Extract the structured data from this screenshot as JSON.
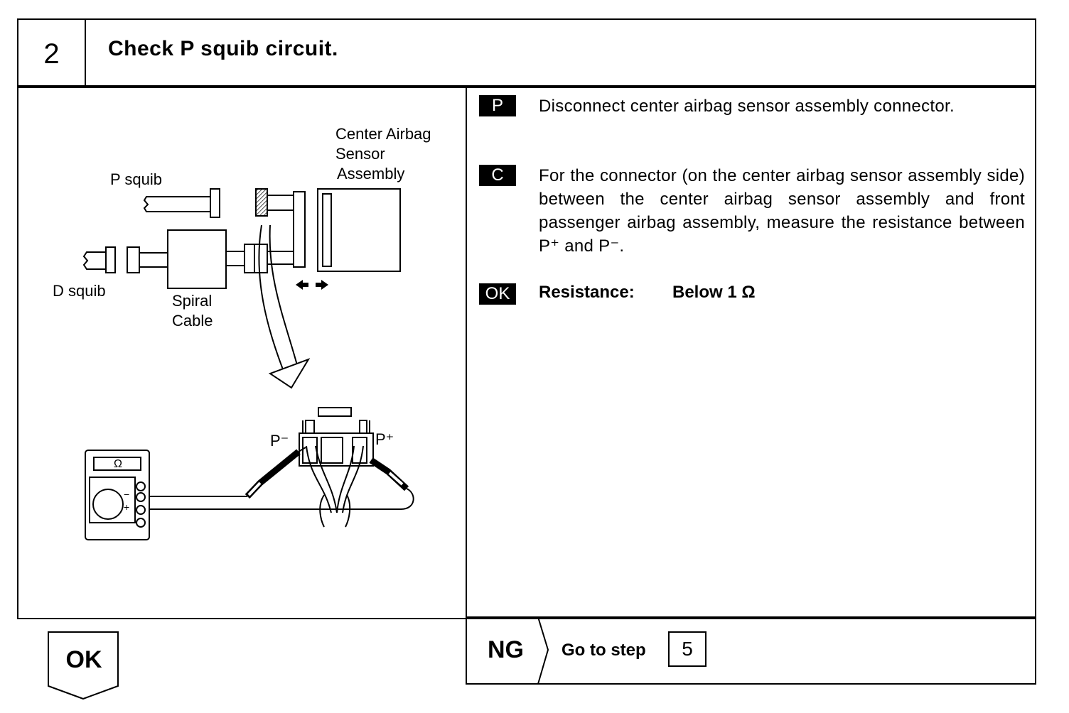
{
  "step": {
    "number": "2",
    "title": "Check P squib circuit."
  },
  "diagram": {
    "labels": {
      "center_airbag_line1": "Center Airbag",
      "center_airbag_line2": "Sensor",
      "center_airbag_line3": "Assembly",
      "p_squib": "P squib",
      "d_squib": "D squib",
      "spiral_line1": "Spiral",
      "spiral_line2": "Cable",
      "p_minus": "P⁻",
      "p_plus": "P⁺",
      "meter_symbol": "Ω",
      "meter_minus": "−",
      "meter_plus": "+"
    }
  },
  "instructions": [
    {
      "badge": "P",
      "text": "Disconnect center airbag sensor assembly connector."
    },
    {
      "badge": "C",
      "text": "For the connector (on the center airbag sensor assembly side) between the center airbag sensor assembly and front passenger airbag assembly, measure the resistance between P⁺ and P⁻."
    }
  ],
  "spec": {
    "badge": "OK",
    "label": "Resistance:",
    "value": "Below 1 Ω"
  },
  "results": {
    "ok_label": "OK",
    "ng_label": "NG",
    "ng_action": "Go to step",
    "ng_step": "5"
  }
}
